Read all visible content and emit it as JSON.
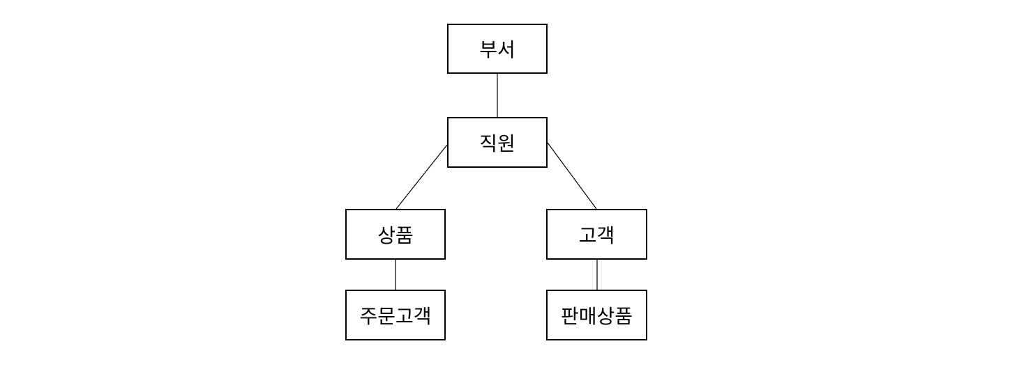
{
  "diagram": {
    "colors": {
      "stroke": "#000000",
      "background": "#ffffff"
    },
    "nodes": {
      "root": {
        "label": "부서"
      },
      "employee": {
        "label": "직원"
      },
      "product": {
        "label": "상품"
      },
      "customer": {
        "label": "고객"
      },
      "order_customer": {
        "label": "주문고객"
      },
      "sale_product": {
        "label": "판매상품"
      }
    },
    "edges": [
      [
        "root",
        "employee"
      ],
      [
        "employee",
        "product"
      ],
      [
        "employee",
        "customer"
      ],
      [
        "product",
        "order_customer"
      ],
      [
        "customer",
        "sale_product"
      ]
    ]
  }
}
